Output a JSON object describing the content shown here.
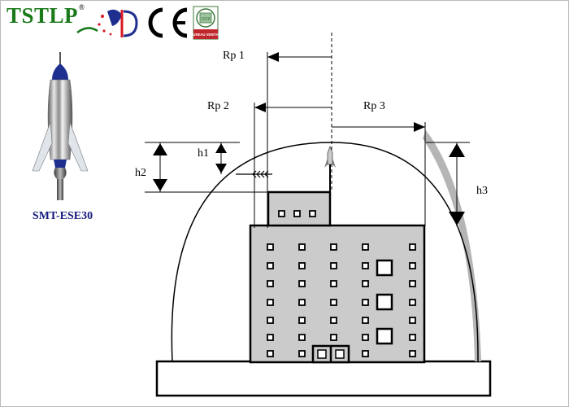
{
  "branding": {
    "logo": {
      "part1": "TSTLP",
      "part2": "",
      "registered": "®"
    },
    "bureau_badge": {
      "year": "1828",
      "name": "BUREAU VERITAS"
    }
  },
  "product": {
    "name": "SMT-ESE30"
  },
  "diagram": {
    "labels": {
      "rp1": "Rp 1",
      "rp2": "Rp 2",
      "rp3": "Rp 3",
      "h1": "h1",
      "h2": "h2",
      "h3": "h3"
    }
  },
  "colors": {
    "logo_red": "#d71920",
    "logo_green": "#1a7a1a",
    "logo_blue": "#1f2f8f",
    "bv_green": "#3c7a3c",
    "bv_red": "#c0262c",
    "building_gray": "#cbcbcb",
    "dome_shadow": "#b5b5b5"
  }
}
